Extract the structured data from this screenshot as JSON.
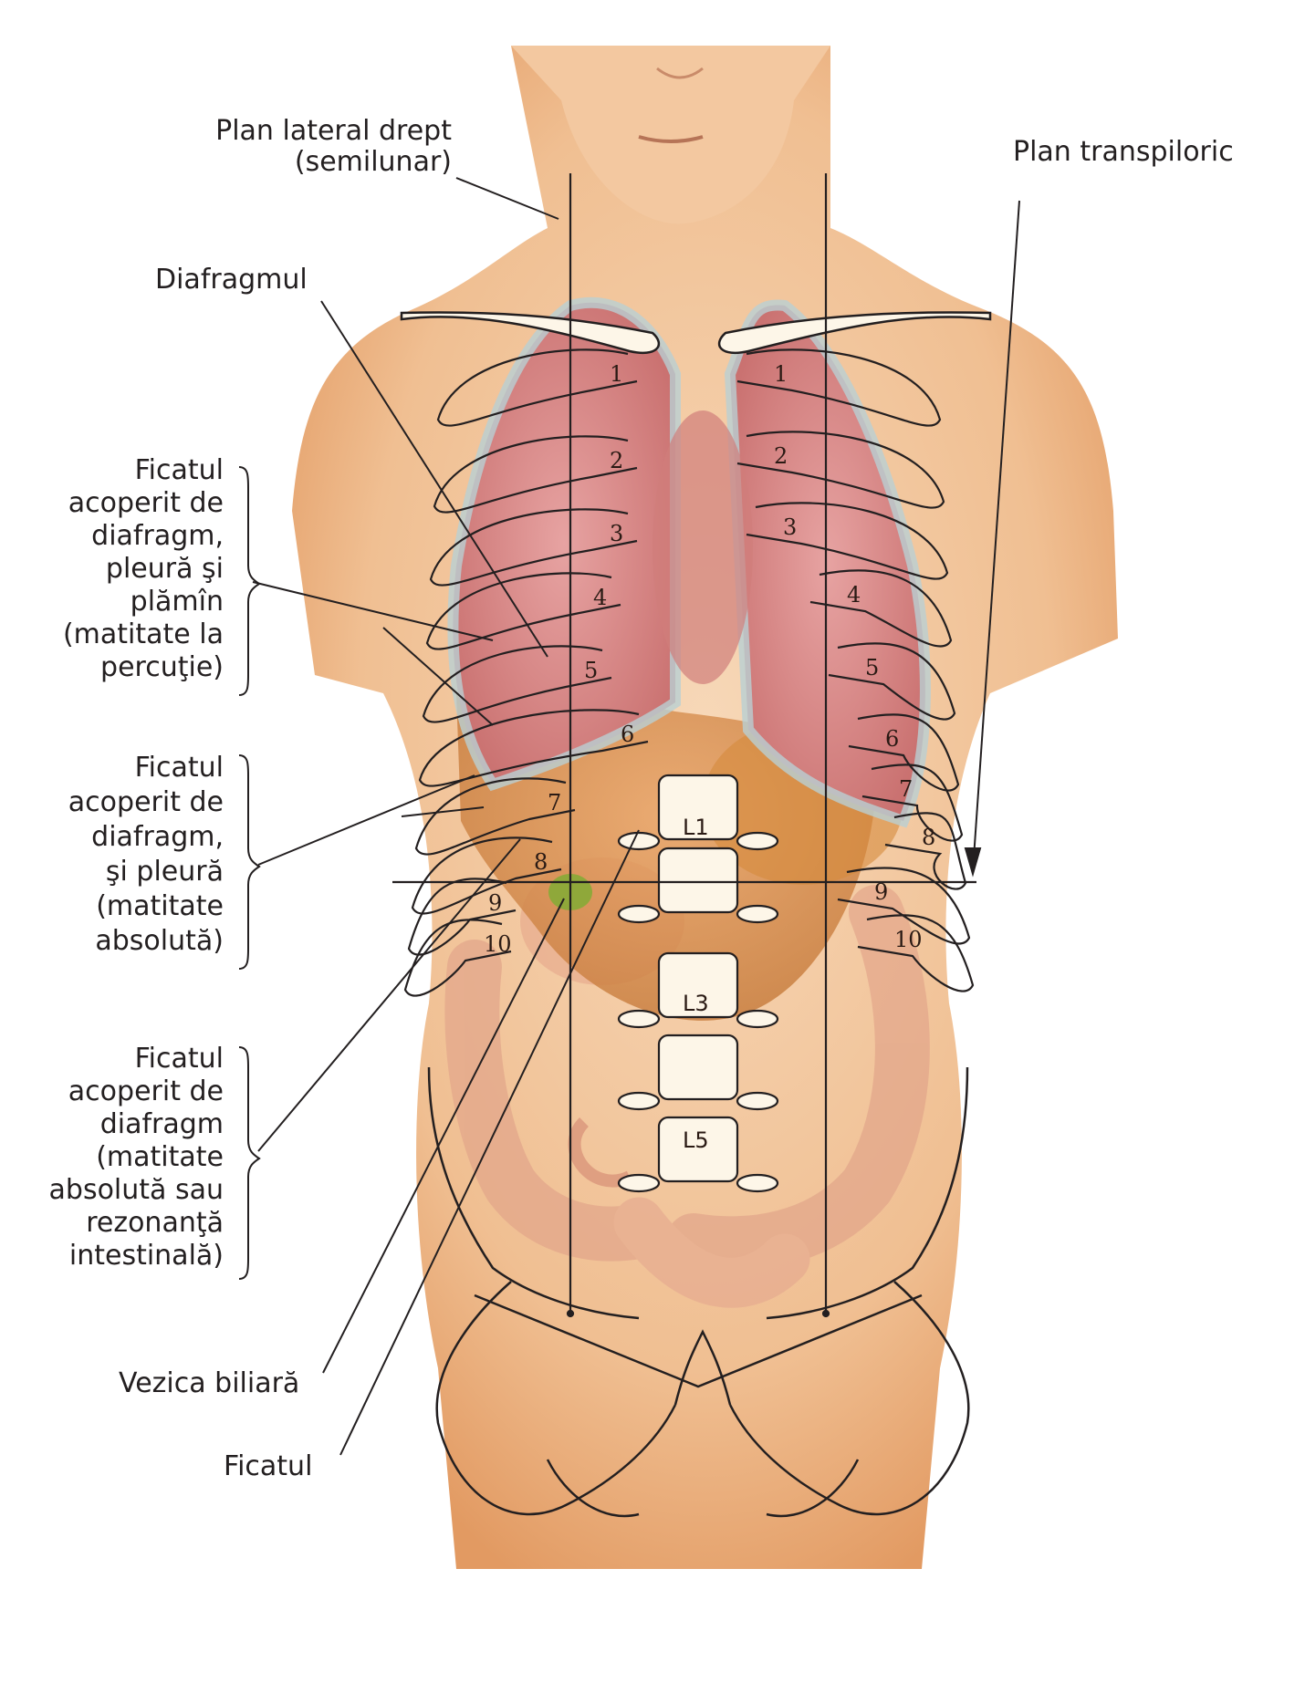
{
  "labels": {
    "plan_lateral": [
      "Plan lateral drept",
      "(semilunar)"
    ],
    "plan_transpiloric": "Plan transpiloric",
    "diafragmul": "Diafragmul",
    "ficatul_group_1": [
      "Ficatul",
      "acoperit de",
      "diafragm,",
      "pleură şi",
      "plămîn",
      "(matitate la",
      "percuţie)"
    ],
    "ficatul_group_2": [
      "Ficatul",
      "acoperit de",
      "diafragm,",
      "şi pleură",
      "(matitate",
      "absolută)"
    ],
    "ficatul_group_3": [
      "Ficatul",
      "acoperit de",
      "diafragm",
      "(matitate",
      "absolută sau",
      "rezonanţă",
      "intestinală)"
    ],
    "vezica_biliara": "Vezica biliară",
    "ficatul": "Ficatul"
  },
  "ribs_left": [
    "1",
    "2",
    "3",
    "4",
    "5",
    "6",
    "7",
    "8",
    "9",
    "10"
  ],
  "ribs_right": [
    "1",
    "2",
    "3",
    "4",
    "5",
    "6",
    "7",
    "8",
    "9",
    "10"
  ],
  "vertebrae": [
    "L1",
    "L3",
    "L5"
  ],
  "colors": {
    "skin": "#f3c9a0",
    "skin_shadow": "#e0a070",
    "lung": "#d9868a",
    "pleura": "#b9cfd3",
    "liver": "#d58a3c",
    "intestine": "#e6a58a",
    "gallbladder": "#8fa83a",
    "bone": "#fdf6e8",
    "line": "#231f20"
  }
}
